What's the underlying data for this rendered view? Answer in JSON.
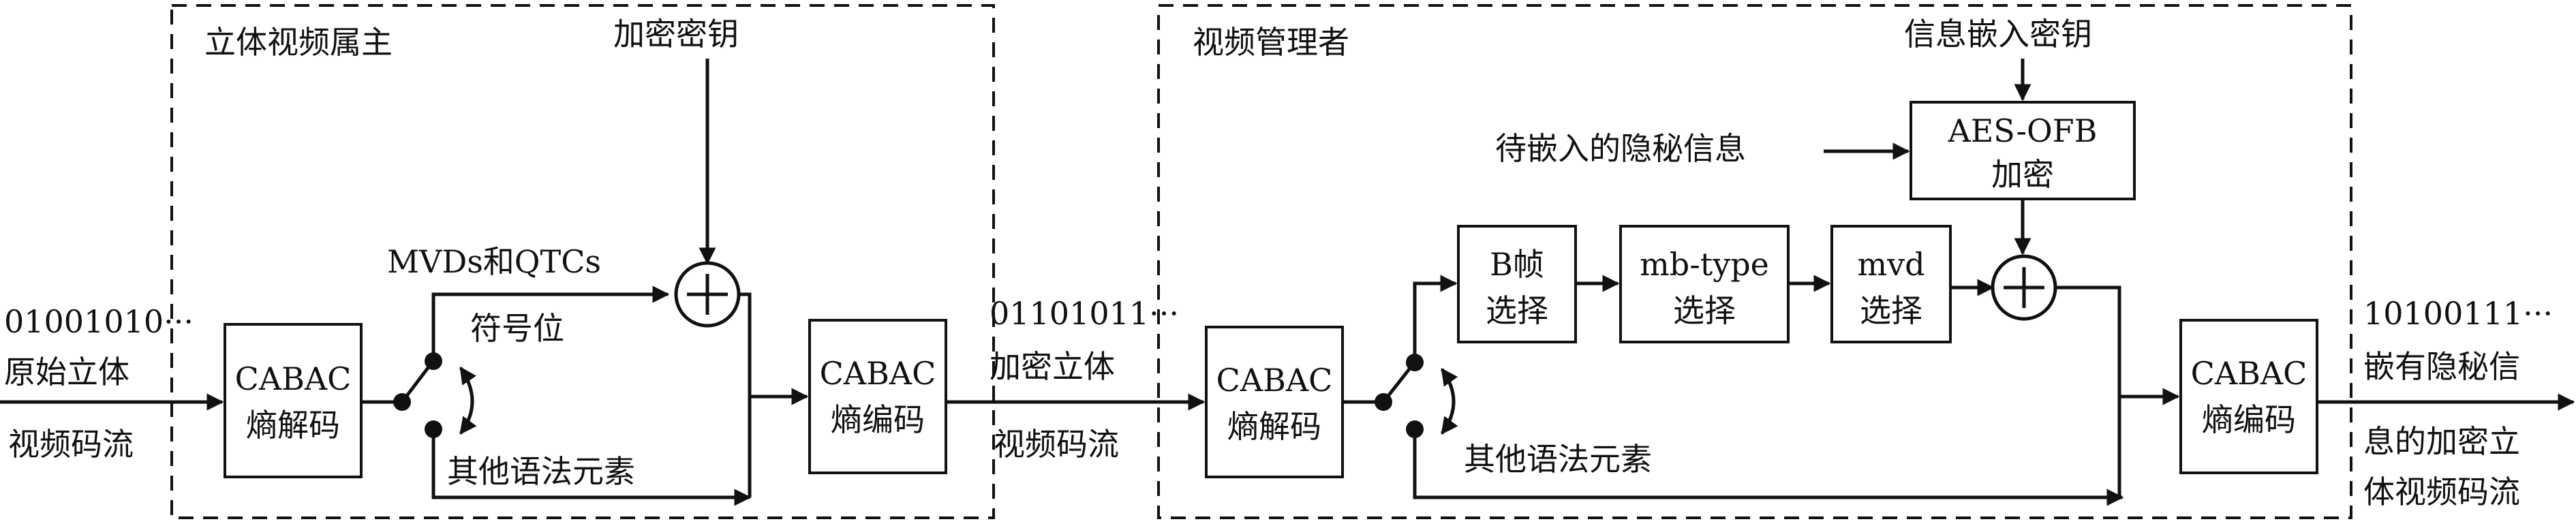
{
  "regions": {
    "owner": "立体视频属主",
    "manager": "视频管理者"
  },
  "left": {
    "bits": "01001010···",
    "label_line1": "原始立体",
    "label_line2": "视频码流"
  },
  "middle": {
    "bits": "01101011···",
    "label_line1": "加密立体",
    "label_line2": "视频码流"
  },
  "right": {
    "bits": "10100111···",
    "label_line1": "嵌有隐秘信",
    "label_line2": "息的加密立",
    "label_line3": "体视频码流"
  },
  "owner_blocks": {
    "decoder": {
      "line1": "CABAC",
      "line2": "熵解码"
    },
    "encoder": {
      "line1": "CABAC",
      "line2": "熵编码"
    },
    "key": "加密密钥",
    "upper_path": "MVDs和QTCs",
    "sign_bit": "符号位",
    "lower_path": "其他语法元素"
  },
  "manager_blocks": {
    "decoder": {
      "line1": "CABAC",
      "line2": "熵解码"
    },
    "encoder": {
      "line1": "CABAC",
      "line2": "熵编码"
    },
    "b_frame": {
      "line1": "B帧",
      "line2": "选择"
    },
    "mb_type": {
      "line1": "mb-type",
      "line2": "选择"
    },
    "mvd": {
      "line1": "mvd",
      "line2": "选择"
    },
    "aes": {
      "line1": "AES-OFB",
      "line2": "加密"
    },
    "embed_key": "信息嵌入密钥",
    "secret_info": "待嵌入的隐秘信息",
    "lower_path": "其他语法元素"
  },
  "icons": {
    "xor": "xor-plus-icon",
    "switch": "switch-icon"
  }
}
